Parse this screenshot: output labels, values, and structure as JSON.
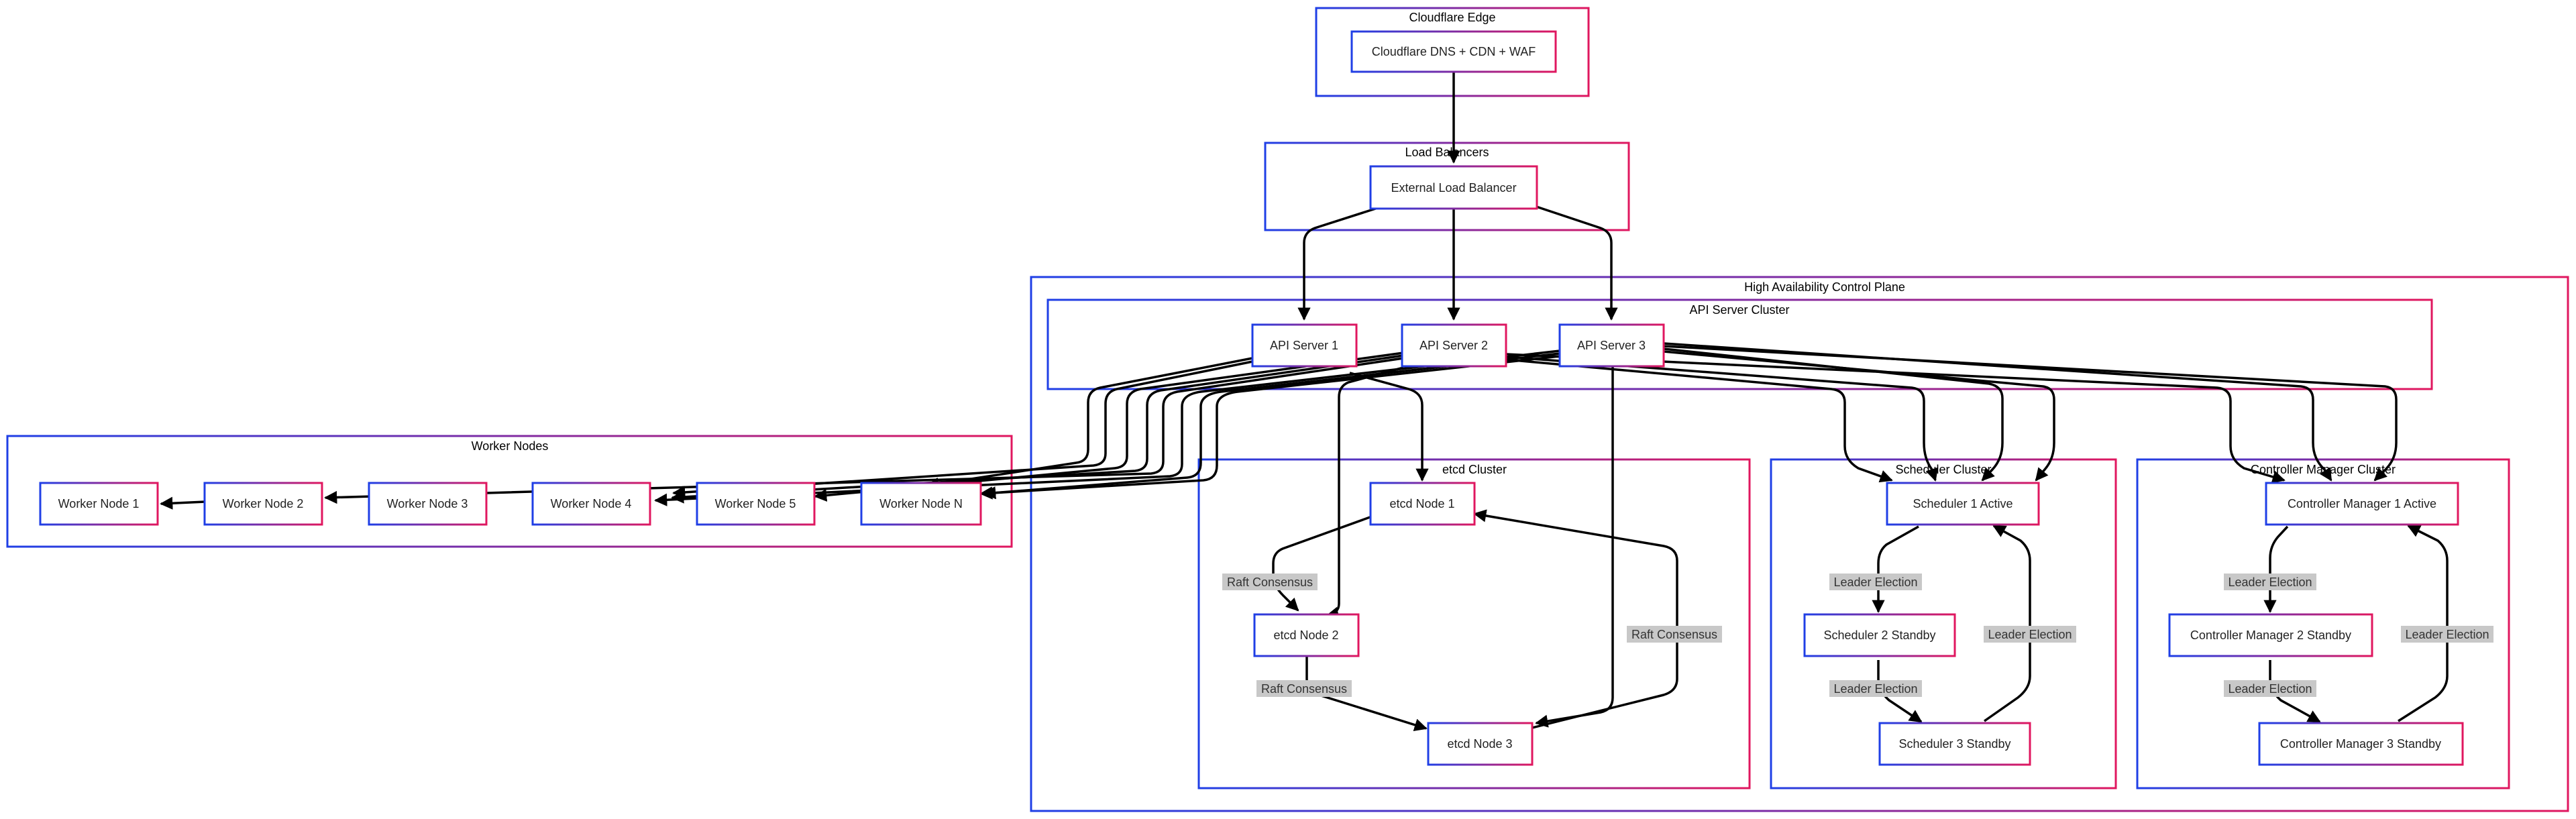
{
  "colors": {
    "accent_blue": "#1f3fe6",
    "accent_pink": "#e0175f",
    "edge": "#000000",
    "label_bg": "#c8c8c8"
  },
  "clusters": {
    "edge": "Cloudflare Edge",
    "lb": "Load Balancers",
    "ha": "High Availability Control Plane",
    "api": "API Server Cluster",
    "workers": "Worker Nodes",
    "etcd": "etcd Cluster",
    "sched": "Scheduler Cluster",
    "cm": "Controller Manager Cluster"
  },
  "nodes": {
    "cdn": "Cloudflare DNS + CDN + WAF",
    "elb": "External Load Balancer",
    "api1": "API Server 1",
    "api2": "API Server 2",
    "api3": "API Server 3",
    "w1": "Worker Node 1",
    "w2": "Worker Node 2",
    "w3": "Worker Node 3",
    "w4": "Worker Node 4",
    "w5": "Worker Node 5",
    "wn": "Worker Node N",
    "etcd1": "etcd Node 1",
    "etcd2": "etcd Node 2",
    "etcd3": "etcd Node 3",
    "s1": "Scheduler 1 Active",
    "s2": "Scheduler 2 Standby",
    "s3": "Scheduler 3 Standby",
    "cm1": "Controller Manager 1 Active",
    "cm2": "Controller Manager 2 Standby",
    "cm3": "Controller Manager 3 Standby"
  },
  "edge_labels": {
    "raft_1_2": "Raft Consensus",
    "raft_2_3": "Raft Consensus",
    "raft_3_1": "Raft Consensus",
    "sched_1_2": "Leader Election",
    "sched_2_3": "Leader Election",
    "sched_3_1": "Leader Election",
    "cm_1_2": "Leader Election",
    "cm_2_3": "Leader Election",
    "cm_3_1": "Leader Election"
  }
}
